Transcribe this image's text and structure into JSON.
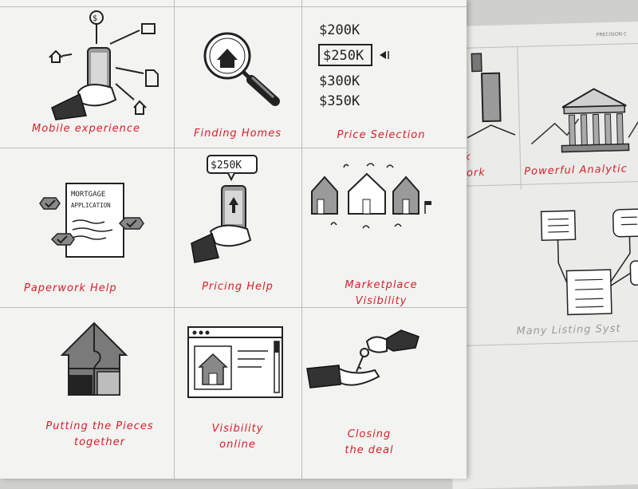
{
  "sheet_main": {
    "captions": {
      "mobile": "Mobile experience",
      "finding": "Finding Homes",
      "price": "Price Selection",
      "paperwork": "Paperwork    Help",
      "pricing": "Pricing   Help",
      "marketplace": "Marketplace\nVisibility",
      "pieces": "Putting the Pieces\ntogether",
      "online": "Visibility\nonline",
      "closing": "Closing\nthe deal"
    },
    "price_options": [
      "$200K",
      "$250K",
      "$300K",
      "$350K"
    ],
    "selected_price": "$250K",
    "bubble_price": "$250K",
    "mortgage_doc": [
      "MORTGAGE",
      "APPLICATION"
    ]
  },
  "sheet_right": {
    "header": "PRECISION C",
    "captions": {
      "network": "ork\ntwork",
      "analytics": "Powerful   Analytic",
      "listing": "Many   Listing   Syst"
    }
  }
}
